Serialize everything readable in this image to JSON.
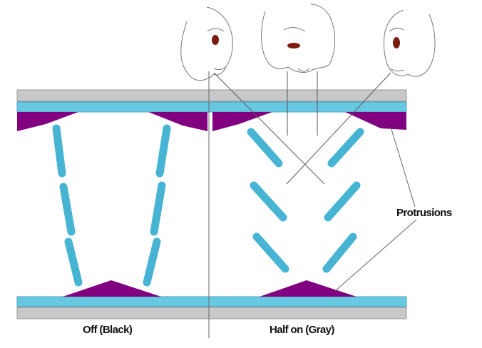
{
  "labels": {
    "left_panel": "Off (Black)",
    "right_panel": "Half on (Gray)",
    "callout": "Protrusions"
  },
  "colors": {
    "glass": "#c8c8c8",
    "electrode": "#68c8e2",
    "molecule": "#48b4d4",
    "protrusion": "#800080",
    "eye": "#7a1c10",
    "line": "#555555"
  },
  "icons": [
    "viewer-face-icon",
    "viewer-face-icon",
    "viewer-face-icon"
  ]
}
